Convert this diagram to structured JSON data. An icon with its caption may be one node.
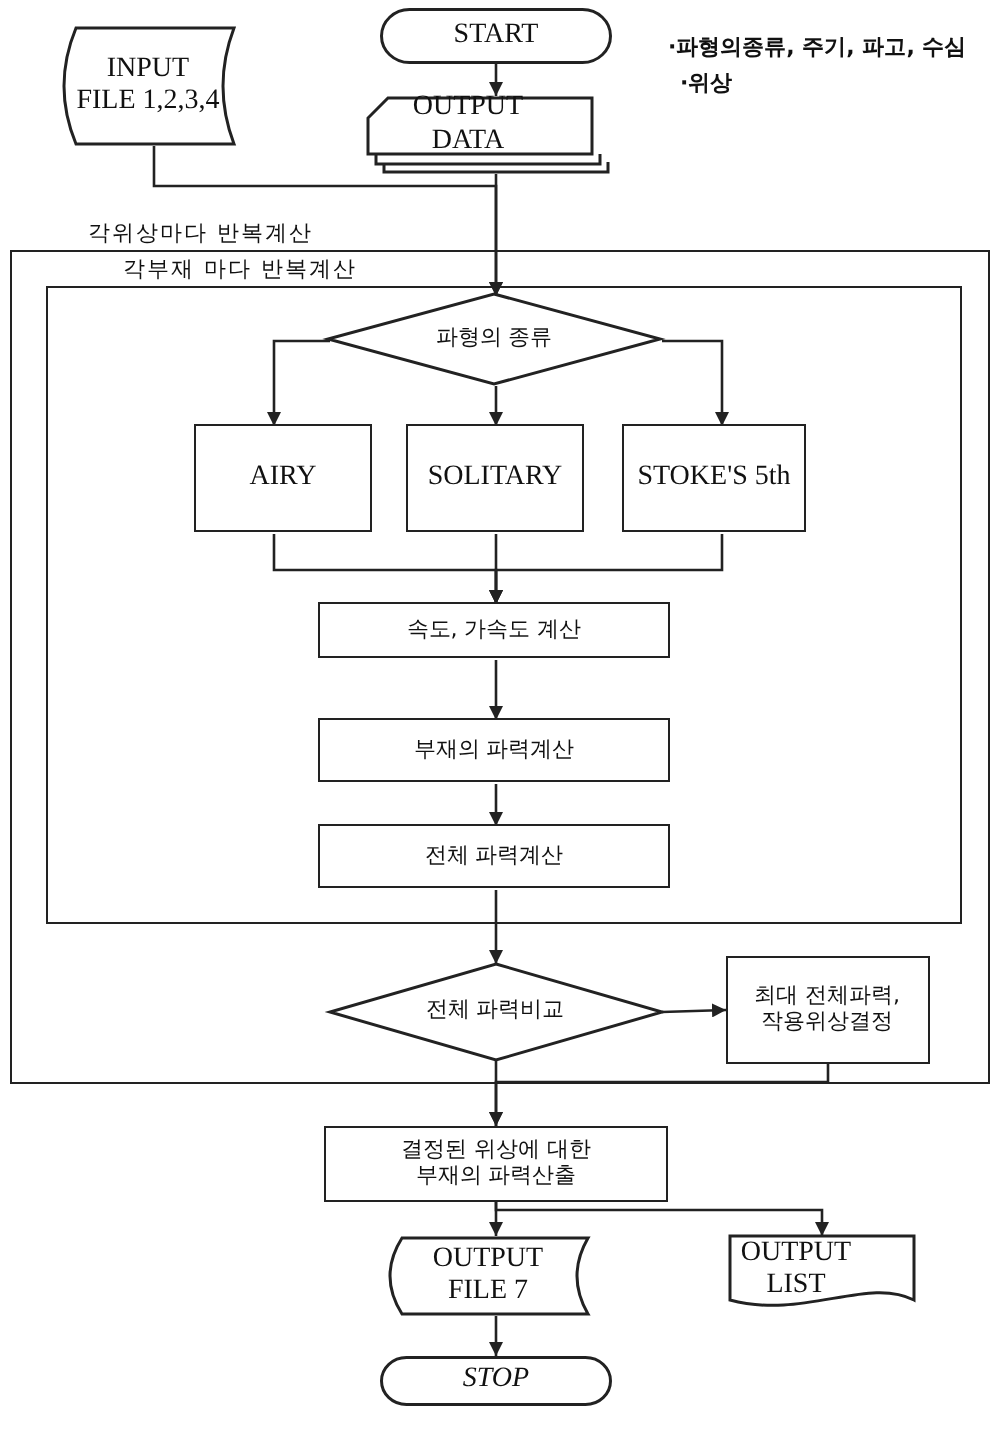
{
  "diagram": {
    "nodes": [
      {
        "text": [
          "START"
        ]
      },
      {
        "text": [
          "INPUT FILE 1,2,3,4"
        ]
      },
      {
        "text": [
          "OUTPUT DATA"
        ]
      },
      {
        "text": [
          "각위상마다 반복계산"
        ]
      },
      {
        "text": [
          "각부재 마다 반복계산"
        ],
        "in": 3
      },
      {
        "text": [
          "파형의 종류"
        ],
        "in": 4
      },
      {
        "text": [
          "AIRY"
        ],
        "in": 4
      },
      {
        "text": [
          "SOLITARY"
        ],
        "in": 4
      },
      {
        "text": [
          "STOKE'S 5th"
        ],
        "in": 4
      },
      {
        "text": [
          "속도, 가속도 계산"
        ],
        "in": 4
      },
      {
        "text": [
          "부재의 파력계산"
        ],
        "in": 4
      },
      {
        "text": [
          "전체 파력계산"
        ],
        "in": 4
      },
      {
        "text": [
          "전체 파력비교"
        ],
        "in": 3
      },
      {
        "text": [
          "최대 전체파력, 작용위상결정"
        ],
        "in": 3
      },
      {
        "text": [
          "결정된 위상에 대한 부재의 파력산출"
        ]
      },
      {
        "text": [
          "OUTPUT FILE 7"
        ]
      },
      {
        "text": [
          "OUTPUT LIST"
        ]
      },
      {
        "text": [
          "STOP"
        ]
      }
    ],
    "edges": [
      {
        "from": 0,
        "to": 2,
        "arrow": "to"
      },
      {
        "from": 1,
        "to": 5,
        "arrow": "to"
      },
      {
        "from": 2,
        "to": 5,
        "arrow": "to"
      },
      {
        "from": 5,
        "to": 6,
        "arrow": "to"
      },
      {
        "from": 5,
        "to": 7,
        "arrow": "to"
      },
      {
        "from": 5,
        "to": 8,
        "arrow": "to"
      },
      {
        "from": 6,
        "to": 9,
        "arrow": "to"
      },
      {
        "from": 7,
        "to": 9,
        "arrow": "to"
      },
      {
        "from": 8,
        "to": 9,
        "arrow": "to"
      },
      {
        "from": 9,
        "to": 10,
        "arrow": "to"
      },
      {
        "from": 10,
        "to": 11,
        "arrow": "to"
      },
      {
        "from": 11,
        "to": 12,
        "arrow": "to"
      },
      {
        "from": 12,
        "to": 13,
        "arrow": "to"
      },
      {
        "from": 13,
        "to": 14,
        "arrow": "to"
      },
      {
        "from": 12,
        "to": 14,
        "arrow": "to"
      },
      {
        "from": 14,
        "to": 15,
        "arrow": "to"
      },
      {
        "from": 14,
        "to": 16,
        "arrow": "to"
      },
      {
        "from": 15,
        "to": 17,
        "arrow": "to"
      }
    ],
    "labels": [
      "·파형의종류, 주기, 파고, 수심",
      "·위상"
    ]
  }
}
